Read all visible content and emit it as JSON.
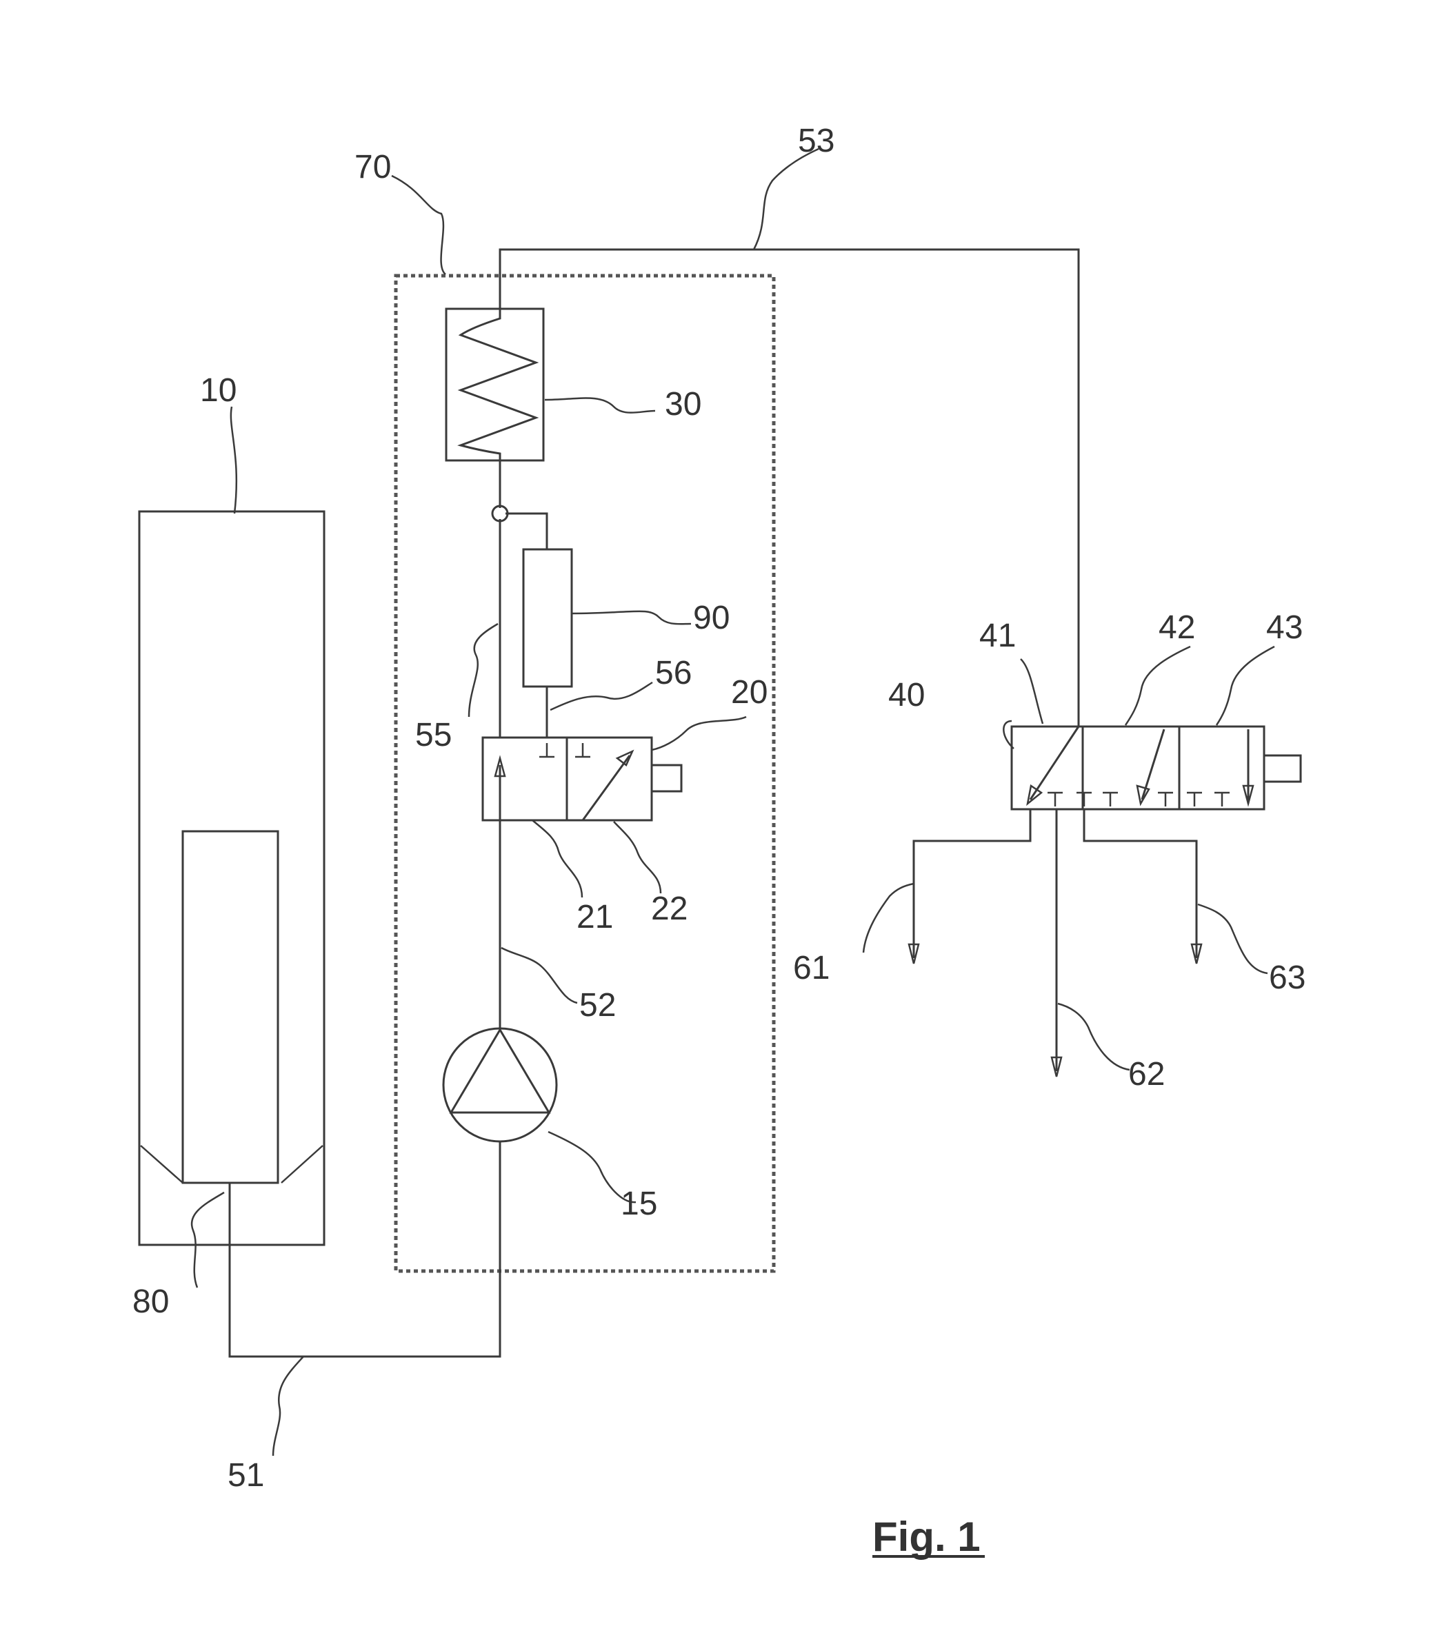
{
  "figure": {
    "caption": "Fig. 1"
  },
  "labels": {
    "l10": "10",
    "l15": "15",
    "l20": "20",
    "l21": "21",
    "l22": "22",
    "l30": "30",
    "l40": "40",
    "l41": "41",
    "l42": "42",
    "l43": "43",
    "l51": "51",
    "l52": "52",
    "l53": "53",
    "l55": "55",
    "l56": "56",
    "l61": "61",
    "l62": "62",
    "l63": "63",
    "l70": "70",
    "l80": "80",
    "l90": "90"
  }
}
